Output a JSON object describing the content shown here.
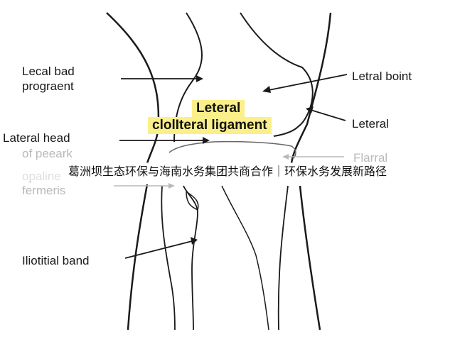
{
  "labels": {
    "lecal_bad_line1": "Lecal bad",
    "lecal_bad_line2": "prograent",
    "letral_boint": "Letral boint",
    "leteral": "Leteral",
    "lateral_head": "Lateral head",
    "of_peeark": "of peeark",
    "opaline": "opaline",
    "fermeris": "fermeris",
    "flarral": "Flarral",
    "iliotitial_band": "Iliotitial band"
  },
  "title_box": {
    "line1": "Leteral",
    "line2": "clolIteral ligament"
  },
  "banner": "葛洲坝生态环保与海南水务集团共商合作｜环保水务发展新路径",
  "colors": {
    "highlight": "#fbef8a",
    "line": "#1a1a1a",
    "faded_text": "#b9b9b9"
  }
}
